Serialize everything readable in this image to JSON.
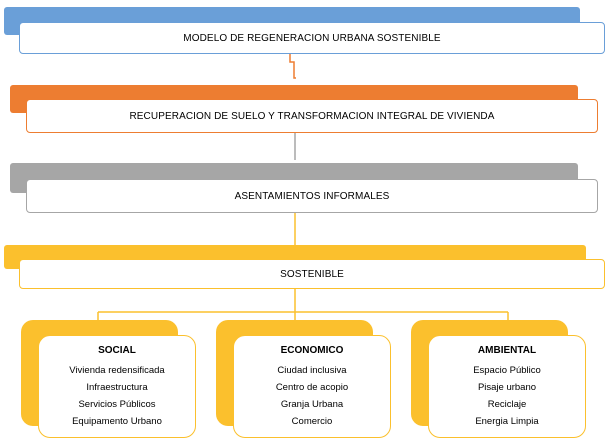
{
  "colors": {
    "blue": "#6A9FD8",
    "orange": "#ED7D31",
    "gray": "#A6A6A6",
    "yellow": "#FBC02D"
  },
  "levels": [
    {
      "label": "MODELO DE REGENERACION URBANA SOSTENIBLE"
    },
    {
      "label": "RECUPERACION DE SUELO Y TRANSFORMACION INTEGRAL DE VIVIENDA"
    },
    {
      "label": "ASENTAMIENTOS INFORMALES"
    },
    {
      "label": "SOSTENIBLE"
    }
  ],
  "pillars": [
    {
      "title": "SOCIAL",
      "items": [
        "Vivienda redensificada",
        "Infraestructura",
        "Servicios Públicos",
        "Equipamento Urbano"
      ]
    },
    {
      "title": "ECONOMICO",
      "items": [
        "Ciudad inclusiva",
        "Centro de acopio",
        "Granja Urbana",
        "Comercio"
      ]
    },
    {
      "title": "AMBIENTAL",
      "items": [
        "Espacio Público",
        "Pisaje urbano",
        "Reciclaje",
        "Energia Limpia"
      ]
    }
  ]
}
